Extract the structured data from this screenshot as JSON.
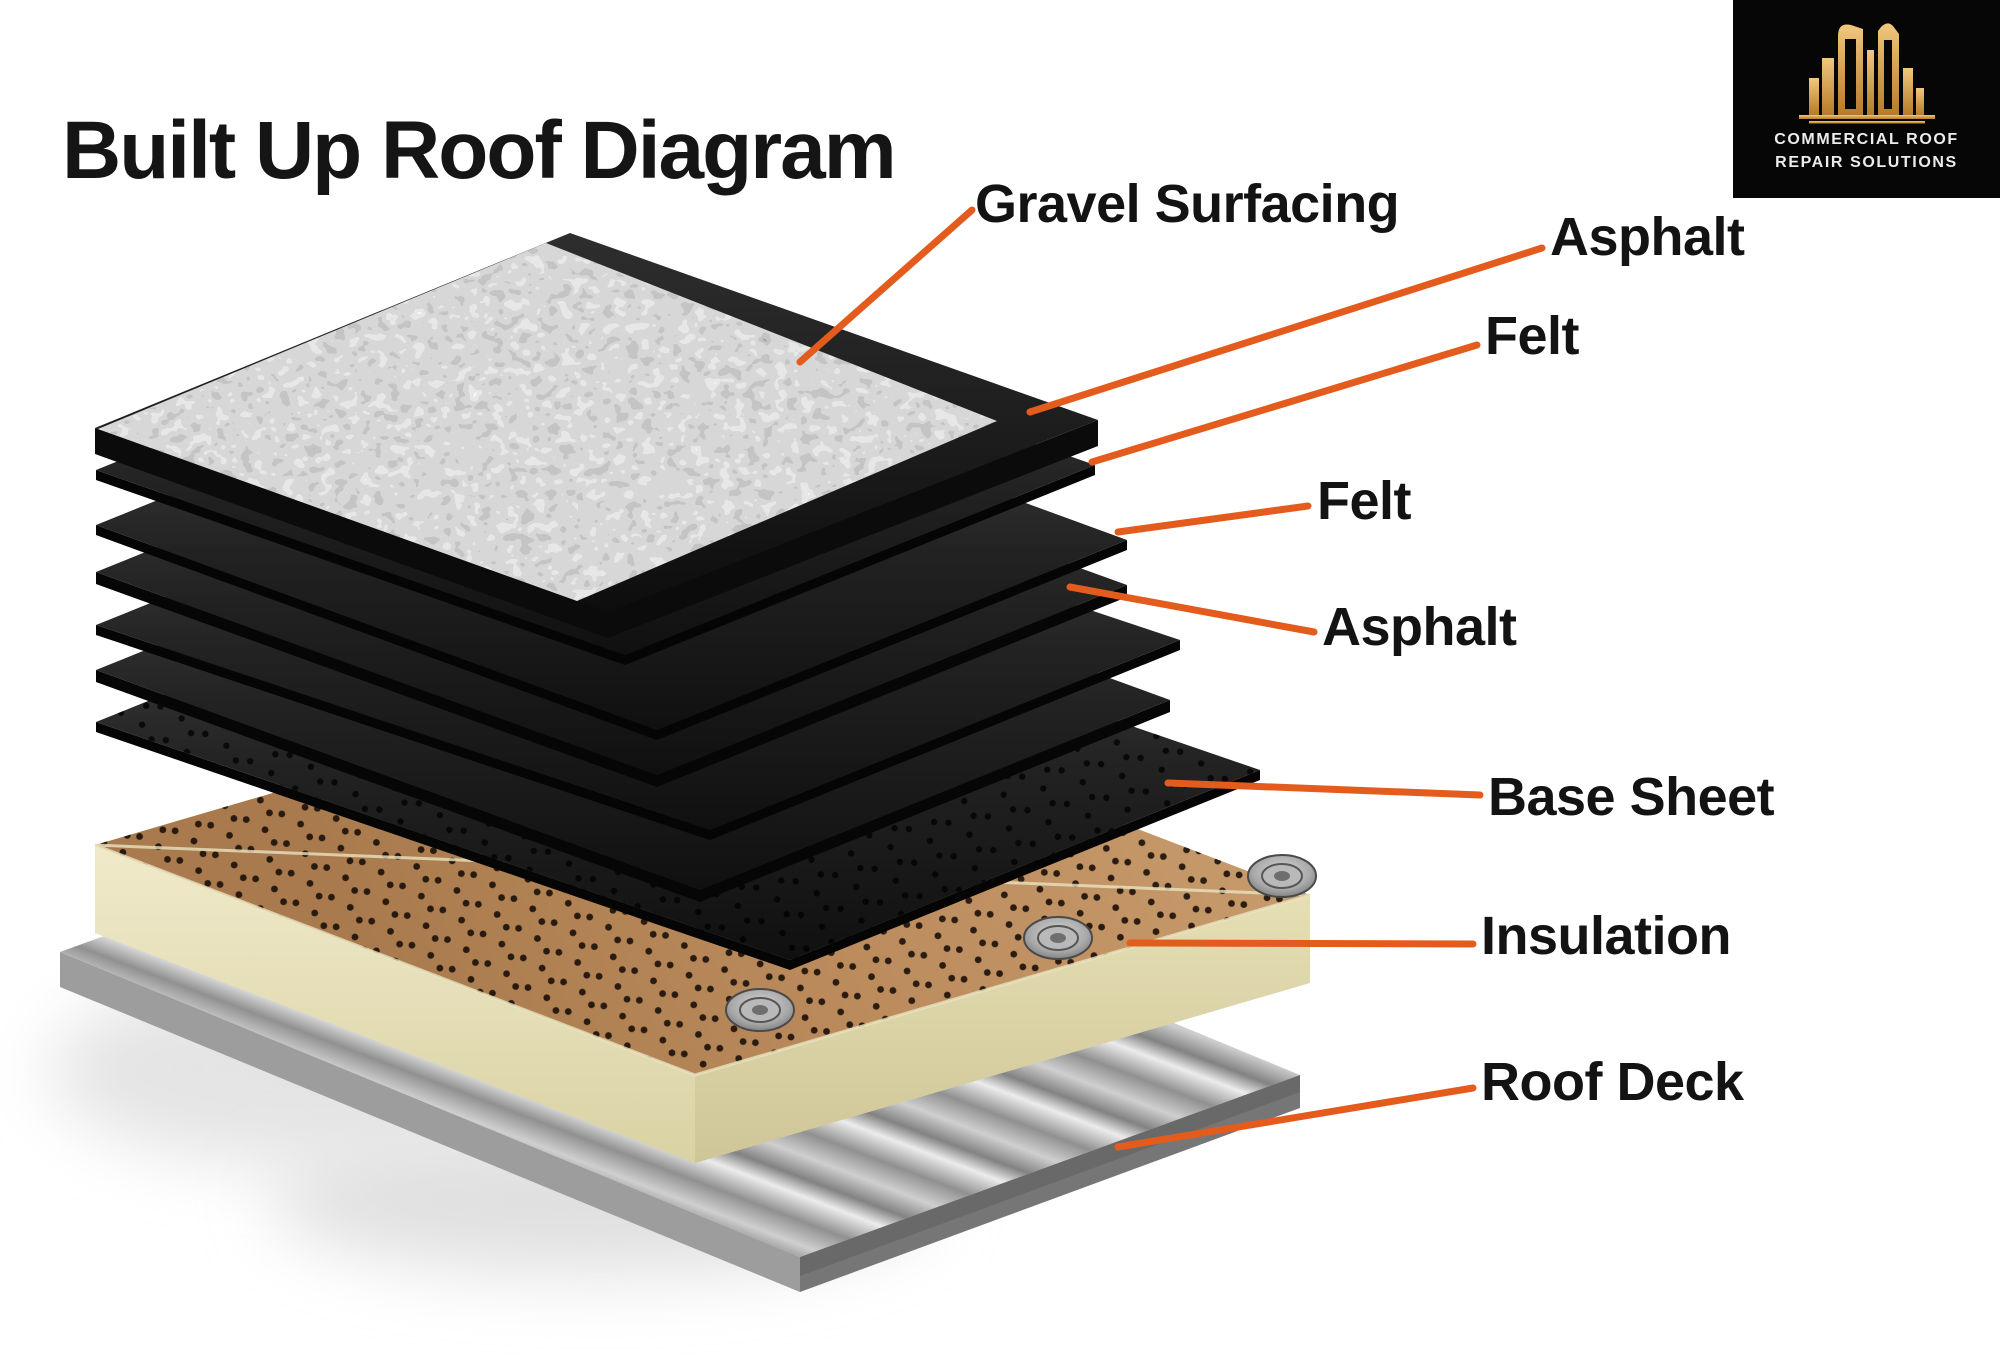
{
  "title": "Built Up Roof Diagram",
  "logo": {
    "line1": "COMMERCIAL ROOF",
    "line2": "REPAIR SOLUTIONS",
    "background": "#060606",
    "gold": "#D9A253"
  },
  "colors": {
    "accent_orange": "#E45C1D",
    "label_text": "#131313",
    "background": "#FFFFFF",
    "sheet_black": "#1E1E1E",
    "gravel_gray": "#9B9B9B",
    "insulation_top": "#BE8F60",
    "insulation_side": "#E7E1BC",
    "deck_silver": "#C6C6C6"
  },
  "labels": [
    {
      "text": "Gravel Surfacing",
      "layer": "gravel-surfacing"
    },
    {
      "text": "Asphalt",
      "layer": "asphalt-flood-coat"
    },
    {
      "text": "Felt",
      "layer": "felt-ply-1"
    },
    {
      "text": "Felt",
      "layer": "felt-ply-2"
    },
    {
      "text": "Asphalt",
      "layer": "asphalt-interply"
    },
    {
      "text": "Base Sheet",
      "layer": "base-sheet"
    },
    {
      "text": "Insulation",
      "layer": "insulation-board"
    },
    {
      "text": "Roof Deck",
      "layer": "roof-deck"
    }
  ]
}
